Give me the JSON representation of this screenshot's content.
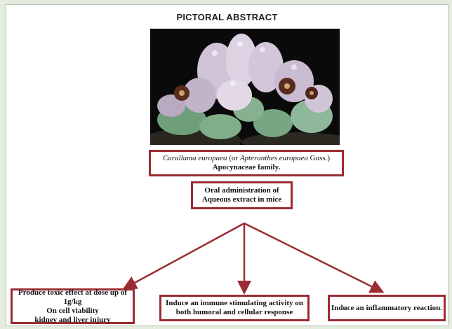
{
  "header_fragment": "",
  "title": "PICTORAL ABSTRACT",
  "photo": {
    "subject": "plant-photo"
  },
  "species": {
    "genus1": "Caralluma europaea",
    "paren_open": " (or ",
    "genus2": "Apteranthes europaea",
    "author": " Guss.)",
    "family": "Apocynaceae family."
  },
  "administration": {
    "line1": "Oral administration of",
    "line2": "Aqueous extract in mice"
  },
  "outcomes": {
    "toxic": {
      "line1": "Produce toxic effect at dose up of 1g/kg",
      "line2": "On cell viability",
      "line3": "kidney and liver injury"
    },
    "immune": {
      "line1": "Induce an immune stimulating activity on",
      "line2": "both humoral and cellular response"
    },
    "inflammatory": {
      "line1": "Induce an inflammatory reaction."
    }
  },
  "colors": {
    "box_border": "#9b2c34",
    "arrow": "#9b2c34",
    "page_bg": "#e3ecdf"
  }
}
